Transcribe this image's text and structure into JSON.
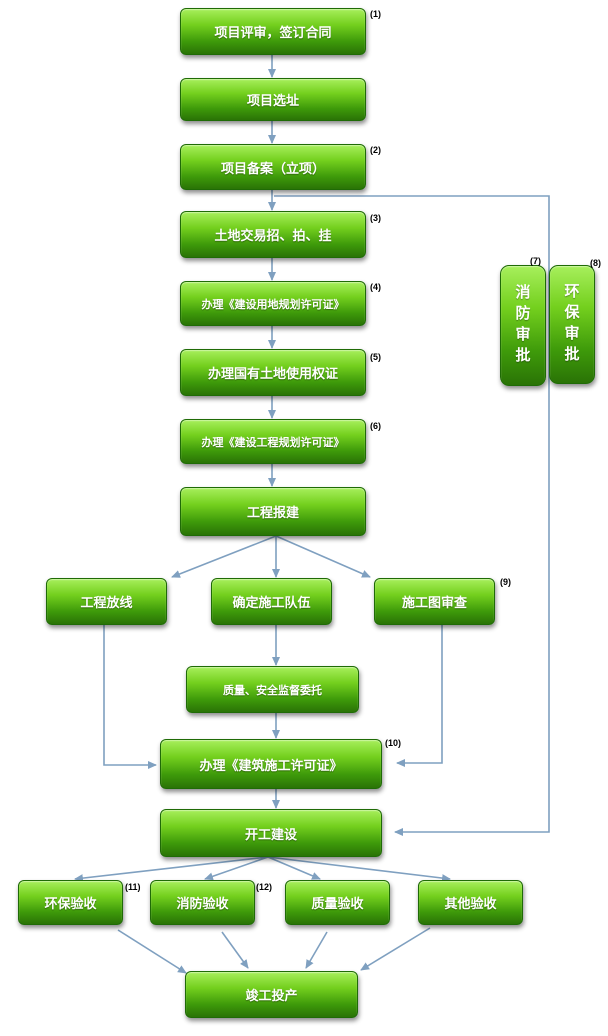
{
  "boxes": {
    "project_review": "项目评审，签订合同",
    "site_selection": "项目选址",
    "project_filing": "项目备案（立项）",
    "land_trading": "土地交易招、拍、挂",
    "land_use_planning_permit": "办理《建设用地规划许可证》",
    "land_use_right_cert": "办理国有土地使用权证",
    "engineering_planning_permit": "办理《建设工程规划许可证》",
    "project_application": "工程报建",
    "layout_setting_out": "工程放线",
    "select_contractor": "确定施工队伍",
    "drawing_review": "施工图审查",
    "quality_safety_supervision": "质量、安全监督委托",
    "construction_permit": "办理《建筑施工许可证》",
    "start_construction": "开工建设",
    "env_acceptance": "环保验收",
    "fire_acceptance": "消防验收",
    "quality_acceptance": "质量验收",
    "other_acceptance": "其他验收",
    "completion": "竣工投产",
    "fire_approval": "消防审批",
    "env_approval": "环保审批"
  },
  "numbers": {
    "n1": "(1)",
    "n2": "(2)",
    "n3": "(3)",
    "n4": "(4)",
    "n5": "(5)",
    "n6": "(6)",
    "n7": "(7)",
    "n8": "(8)",
    "n9": "(9)",
    "n10": "(10)",
    "n11": "(11)",
    "n12": "(12)"
  },
  "colors": {
    "box_green": "#3e9a0a",
    "arrow": "#7fa0c0"
  }
}
